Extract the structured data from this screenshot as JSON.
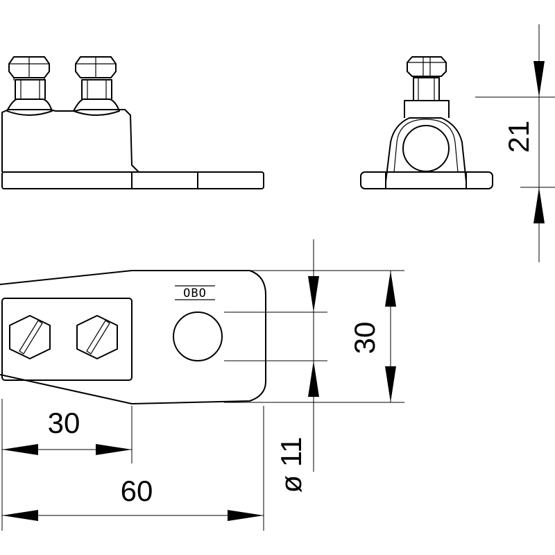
{
  "dimensions": {
    "height": "21",
    "width_top": "30",
    "hole_diameter": "ø 11",
    "half_length": "30",
    "total_length": "60"
  },
  "logo": {
    "text": "OBO"
  },
  "colors": {
    "line": "#000000",
    "background": "#ffffff"
  }
}
